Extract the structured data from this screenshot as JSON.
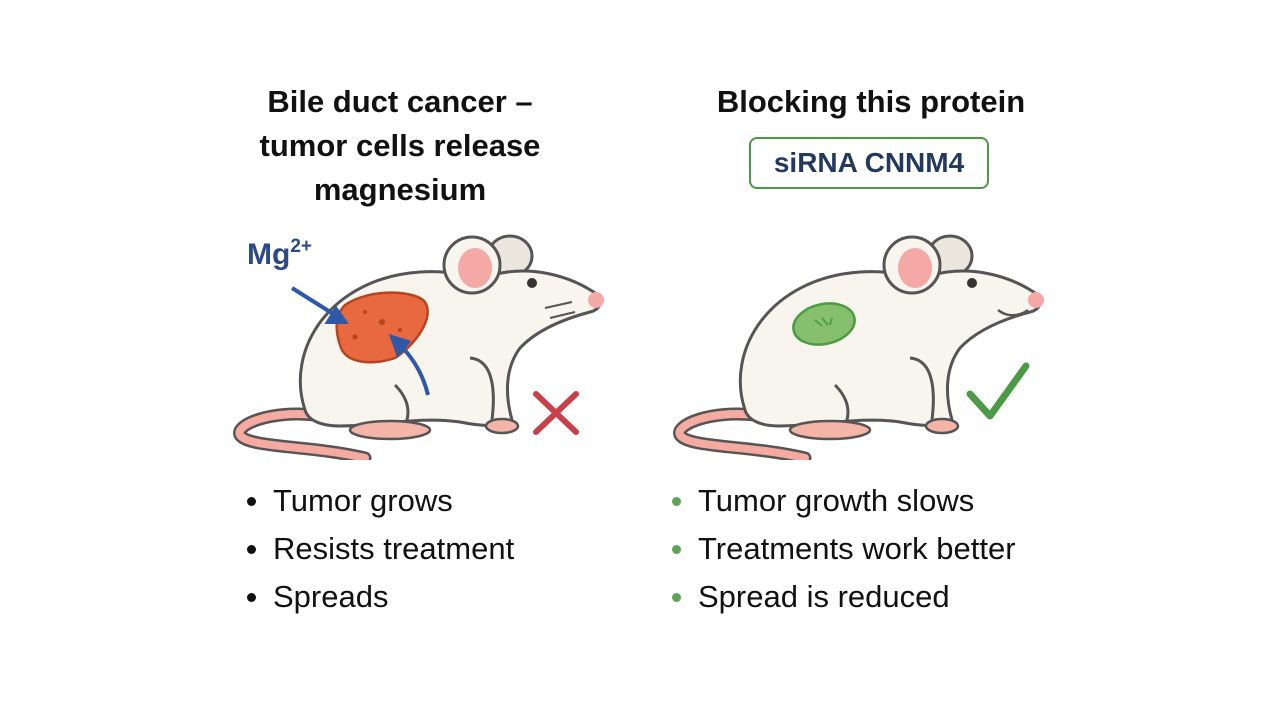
{
  "left": {
    "title_lines": [
      "Bile duct cancer –",
      "tumor cells release",
      "magnesium"
    ],
    "ion_label": "Mg",
    "ion_charge": "2+",
    "bullets": [
      "Tumor grows",
      "Resists treatment",
      "Spreads"
    ],
    "bullet_color": "#111111",
    "mark_icon": "x-mark-icon",
    "mark_color": "#c8404a",
    "tumor_color": "#e8693f"
  },
  "right": {
    "title": "Blocking this protein",
    "badge": "siRNA CNNM4",
    "bullets": [
      "Tumor growth slows",
      "Treatments work better",
      "Spread is reduced"
    ],
    "bullet_color": "#5aa454",
    "mark_icon": "check-mark-icon",
    "mark_color": "#4c9a45",
    "tumor_color": "#86c06c"
  }
}
